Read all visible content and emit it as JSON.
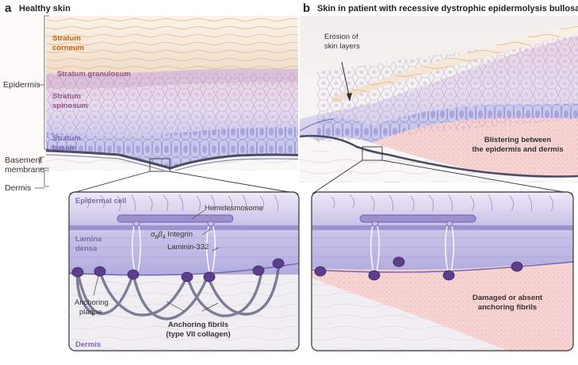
{
  "panel_a": {
    "letter": "a",
    "title": "Healthy skin",
    "side_labels": {
      "epidermis": "Epidermis",
      "basement_membrane_1": "Basement",
      "basement_membrane_2": "membrane",
      "dermis": "Dermis"
    },
    "layers": {
      "corneum_1": "Stratum",
      "corneum_2": "corneum",
      "granulosum": "Stratum granulosum",
      "spinosum_1": "Stratum",
      "spinosum_2": "spinosum",
      "basale_1": "Stratum",
      "basale_2": "basale"
    },
    "inset": {
      "epidermal_cell": "Epidermal cell",
      "hemidesmosome": "Hemidesmosome",
      "integrin": "α6β4 Integrin",
      "integrin_alpha": "α",
      "integrin_sub6": "6",
      "integrin_beta": "β",
      "integrin_sub4": "4",
      "integrin_word": " Integrin",
      "lamina_densa_1": "Lamina",
      "lamina_densa_2": "densa",
      "laminin": "Laminin-332",
      "anchoring_plaque_1": "Anchoring",
      "anchoring_plaque_2": "plaque",
      "anchoring_fibrils_1": "Anchoring fibrils",
      "anchoring_fibrils_2": "(type VII collagen)",
      "dermis": "Dermis"
    }
  },
  "panel_b": {
    "letter": "b",
    "title": "Skin in patient with recessive dystrophic epidermolysis bullosa",
    "erosion_1": "Erosion of",
    "erosion_2": "skin layers",
    "blistering_1": "Blistering between",
    "blistering_2": "the epidermis and dermis",
    "inset": {
      "damaged_1": "Damaged or absent",
      "damaged_2": "anchoring fibrils"
    }
  },
  "colors": {
    "corneum": "#b5651d",
    "granulosum": "#9c4f8c",
    "spinosum": "#9c4f8c",
    "basale": "#7a6aa8",
    "blister": "#f3c9c9",
    "lamina": "#c9c3e6",
    "plaque": "#5b3e8c"
  }
}
